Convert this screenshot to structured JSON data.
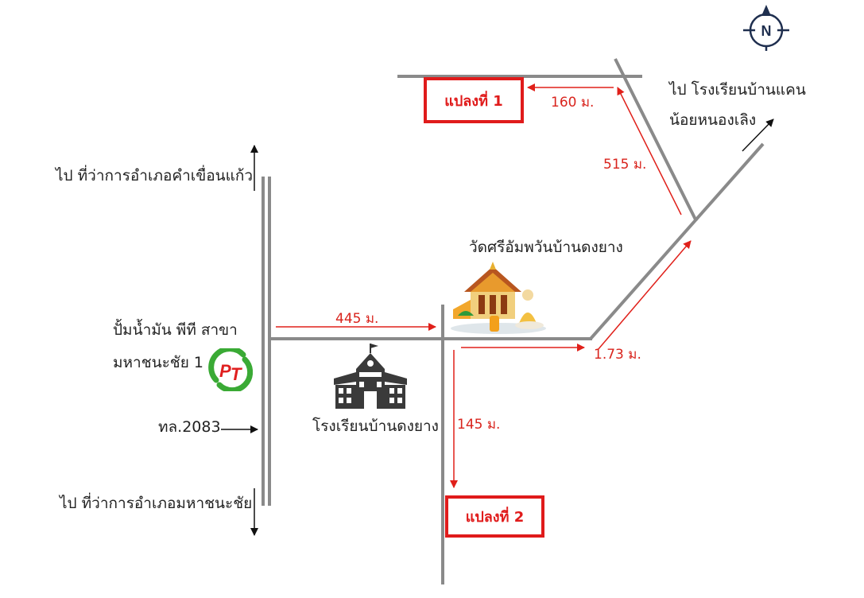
{
  "colors": {
    "road": "#8a8a8a",
    "route_arrow": "#e0201a",
    "plot_border": "#e01b1b",
    "text": "#222222",
    "compass": "#1f2f4f",
    "logo_green": "#3aaa35",
    "logo_red": "#e02020"
  },
  "compass": {
    "label": "N"
  },
  "plots": {
    "plot1": "แปลงที่ 1",
    "plot2": "แปลงที่ 2"
  },
  "distances": {
    "d160": "160 ม.",
    "d515": "515 ม.",
    "d445": "445 ม.",
    "d173": "1.73 ม.",
    "d145": "145 ม."
  },
  "labels": {
    "to_kham_khuean_kaeo": "ไป  ที่ว่าการอำเภอคำเขื่อนแก้ว",
    "to_maha_chana_chai": "ไป  ที่ว่าการอำเภอมหาชนะชัย",
    "gas_station_line1": "ปั้มน้ำมัน พีที สาขา",
    "gas_station_line2": "มหาชนะชัย 1",
    "road_number": "ทล.2083",
    "school": "โรงเรียนบ้านดงยาง",
    "temple": "วัดศรีอัมพวันบ้านดงยาง",
    "to_school_line1": "ไป โรงเรียนบ้านแคน",
    "to_school_line2": "น้อยหนองเลิง"
  },
  "icons": {
    "compass": "compass-north-icon",
    "gas_station_logo": "pt-logo-icon",
    "school": "school-building-icon",
    "temple": "temple-icon"
  }
}
